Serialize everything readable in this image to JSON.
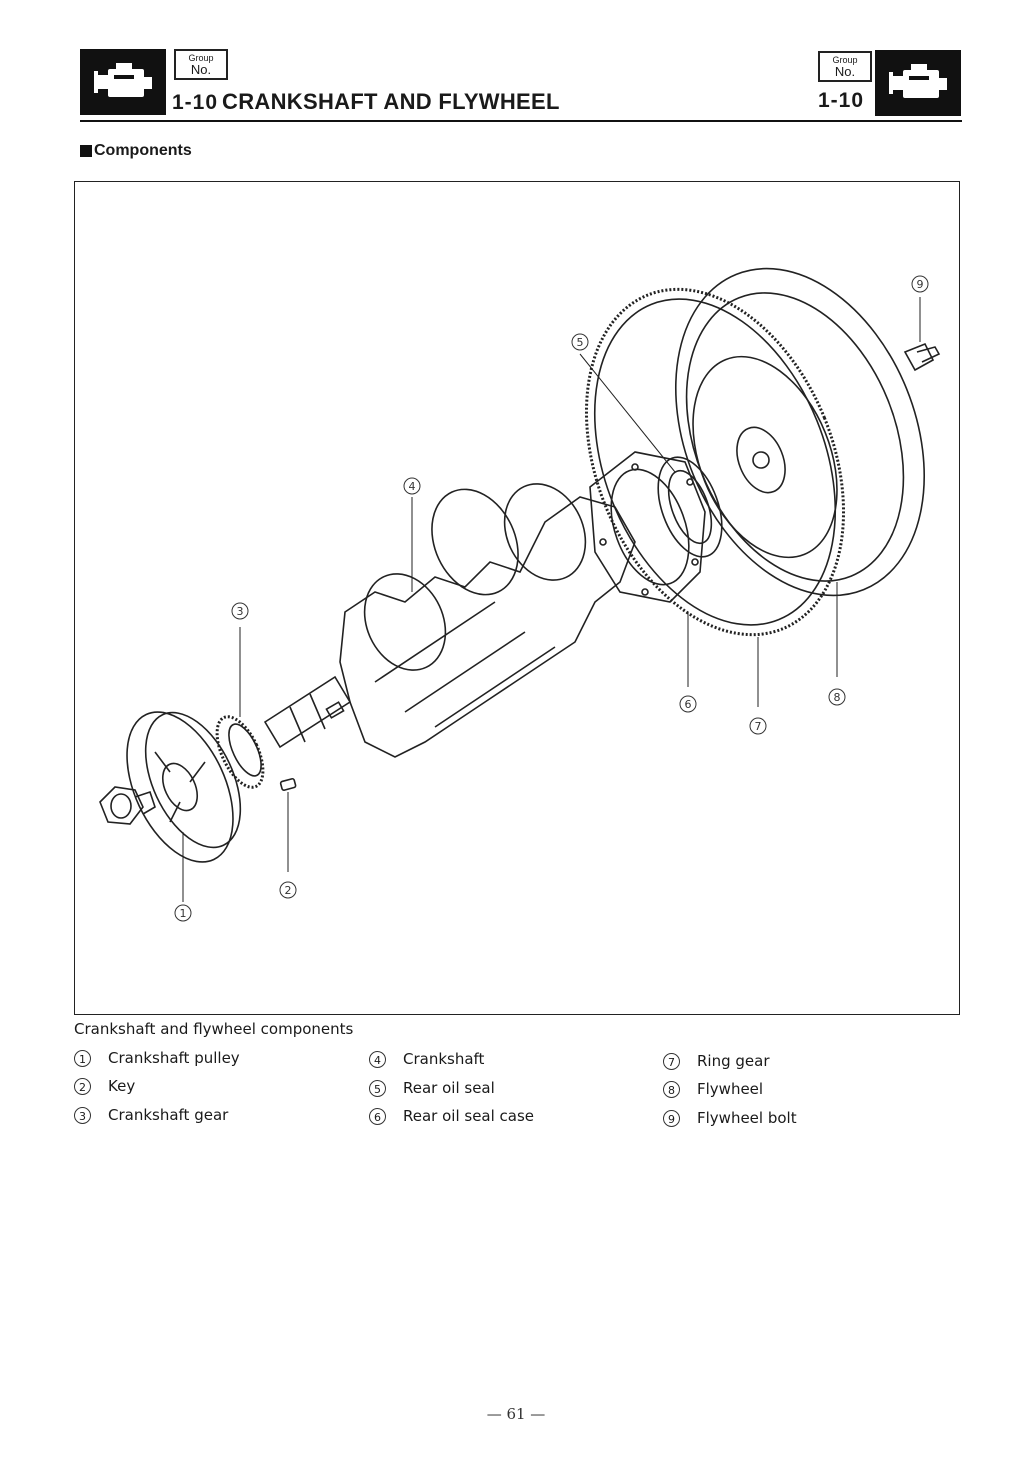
{
  "header": {
    "group_small": "Group",
    "group_no": "No.",
    "title_number": "1-10",
    "title_text": "CRANKSHAFT AND FLYWHEEL",
    "right_number": "1-10"
  },
  "section": {
    "label": "Components"
  },
  "figure": {
    "callouts": [
      "1",
      "2",
      "3",
      "4",
      "5",
      "6",
      "7",
      "8",
      "9"
    ]
  },
  "caption": "Crankshaft and flywheel components",
  "legend": [
    {
      "num": "1",
      "label": "Crankshaft pulley"
    },
    {
      "num": "2",
      "label": "Key"
    },
    {
      "num": "3",
      "label": "Crankshaft gear"
    },
    {
      "num": "4",
      "label": "Crankshaft"
    },
    {
      "num": "5",
      "label": "Rear oil seal"
    },
    {
      "num": "6",
      "label": "Rear oil seal case"
    },
    {
      "num": "7",
      "label": "Ring gear"
    },
    {
      "num": "8",
      "label": "Flywheel"
    },
    {
      "num": "9",
      "label": "Flywheel bolt"
    }
  ],
  "page_number": "— 61 —"
}
